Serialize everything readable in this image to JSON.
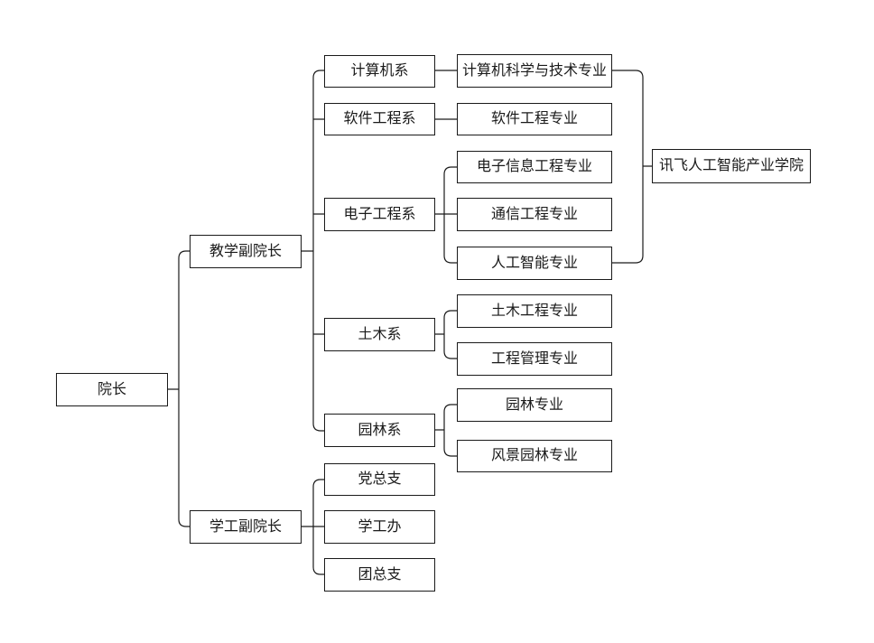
{
  "diagram": {
    "type": "org-chart",
    "background_color": "#ffffff",
    "line_color": "#1a1a1a",
    "box_fill_color": "#ffffff",
    "nodes": [
      {
        "id": "dean",
        "label": "院长",
        "parent": null
      },
      {
        "id": "teaching-vice-dean",
        "label": "教学副院长",
        "parent": "dean"
      },
      {
        "id": "student-vice-dean",
        "label": "学工副院长",
        "parent": "dean"
      },
      {
        "id": "computer-dept",
        "label": "计算机系",
        "parent": "teaching-vice-dean"
      },
      {
        "id": "software-dept",
        "label": "软件工程系",
        "parent": "teaching-vice-dean"
      },
      {
        "id": "electronic-dept",
        "label": "电子工程系",
        "parent": "teaching-vice-dean"
      },
      {
        "id": "civil-dept",
        "label": "土木系",
        "parent": "teaching-vice-dean"
      },
      {
        "id": "landscape-dept",
        "label": "园林系",
        "parent": "teaching-vice-dean"
      },
      {
        "id": "party-branch",
        "label": "党总支",
        "parent": "student-vice-dean"
      },
      {
        "id": "student-office",
        "label": "学工办",
        "parent": "student-vice-dean"
      },
      {
        "id": "youth-league",
        "label": "团总支",
        "parent": "student-vice-dean"
      },
      {
        "id": "cs-major",
        "label": "计算机科学与技术专业",
        "parent": "computer-dept"
      },
      {
        "id": "se-major",
        "label": "软件工程专业",
        "parent": "software-dept"
      },
      {
        "id": "eie-major",
        "label": "电子信息工程专业",
        "parent": "electronic-dept"
      },
      {
        "id": "comm-major",
        "label": "通信工程专业",
        "parent": "electronic-dept"
      },
      {
        "id": "ai-major",
        "label": "人工智能专业",
        "parent": "electronic-dept"
      },
      {
        "id": "civil-major",
        "label": "土木工程专业",
        "parent": "civil-dept"
      },
      {
        "id": "em-major",
        "label": "工程管理专业",
        "parent": "civil-dept"
      },
      {
        "id": "garden-major",
        "label": "园林专业",
        "parent": "landscape-dept"
      },
      {
        "id": "scenic-major",
        "label": "风景园林专业",
        "parent": "landscape-dept"
      },
      {
        "id": "iflytek-college",
        "label": "讯飞人工智能产业学院",
        "bracket_from": [
          "cs-major",
          "ai-major"
        ]
      }
    ]
  }
}
